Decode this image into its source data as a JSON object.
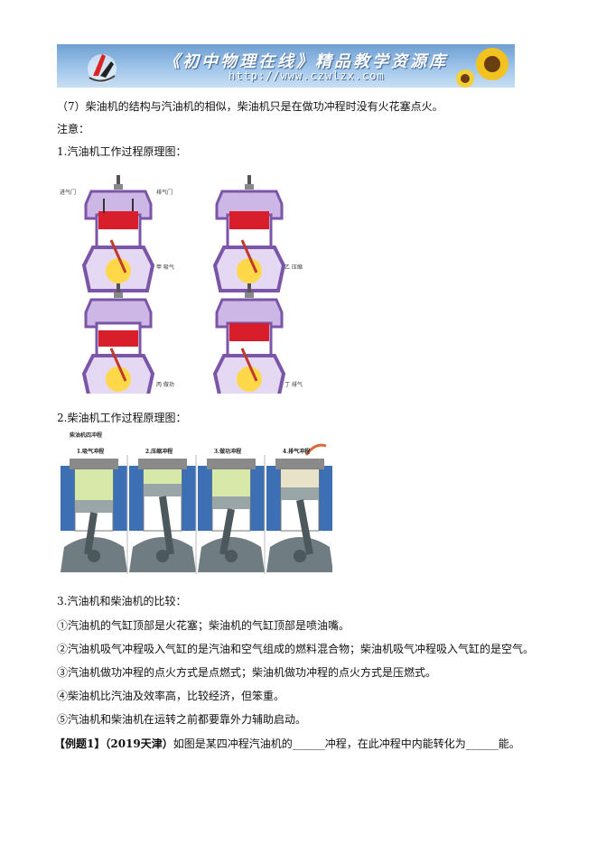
{
  "banner": {
    "title": "《初中物理在线》精品教学资源库",
    "url": "http://www.czwlzx.com"
  },
  "text": {
    "p7": "（7）柴油机的结构与汽油机的相似，柴油机只是在做功冲程时没有火花塞点火。",
    "note": "注意：",
    "h1": "1.汽油机工作过程原理图：",
    "h2": "2.柴油机工作过程原理图：",
    "h3": "3.汽油机和柴油机的比较：",
    "c1": "①汽油机的气缸顶部是火花塞；柴油机的气缸顶部是喷油嘴。",
    "c2": "②汽油机吸气冲程吸入气缸的是汽油和空气组成的燃料混合物；柴油机吸气冲程吸入气缸的是空气。",
    "c3": "③汽油机做功冲程的点火方式是点燃式；柴油机做功冲程的点火方式是压燃式。",
    "c4": "④柴油机比汽油及效率高，比较经济，但笨重。",
    "c5": "⑤汽油机和柴油机在运转之前都要靠外力辅助启动。",
    "ex_label": "【例题1】",
    "ex_source": "（2019天津）",
    "ex_text": "如图是某四冲程汽油机的______冲程，在此冲程中内能转化为______能。"
  },
  "petrol_figure": {
    "labels": {
      "intake_valve": "进气门",
      "exhaust_valve": "排气门",
      "stroke1": "甲 吸气",
      "stroke2": "乙 压缩",
      "stroke3": "丙 做功",
      "stroke4": "丁 排气"
    }
  },
  "diesel_figure": {
    "title": "柴油机四冲程",
    "strokes": [
      "1.吸气冲程",
      "2.压缩冲程",
      "3.做功冲程",
      "4.排气冲程"
    ]
  },
  "colors": {
    "engine_outline": "#7a55a8",
    "engine_fill": "#cdb7e6",
    "piston": "#d81e2a",
    "crank": "#ffd84a",
    "cylinder_blue": "#3d6fb5",
    "gas_green": "#d7e8a8",
    "crank_gray": "#6f7d83"
  }
}
